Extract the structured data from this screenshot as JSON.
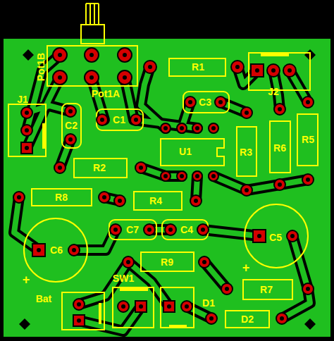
{
  "diagram": {
    "labels": [
      "Pot1B",
      "Pot1A",
      "R1",
      "J2",
      "J1",
      "C2",
      "C1",
      "C3",
      "U1",
      "R3",
      "R6",
      "R5",
      "R2",
      "R8",
      "R4",
      "C7",
      "C4",
      "C5",
      "C6",
      "R9",
      "SW1",
      "D1",
      "Bat",
      "R7",
      "D2",
      "+",
      "+"
    ]
  }
}
